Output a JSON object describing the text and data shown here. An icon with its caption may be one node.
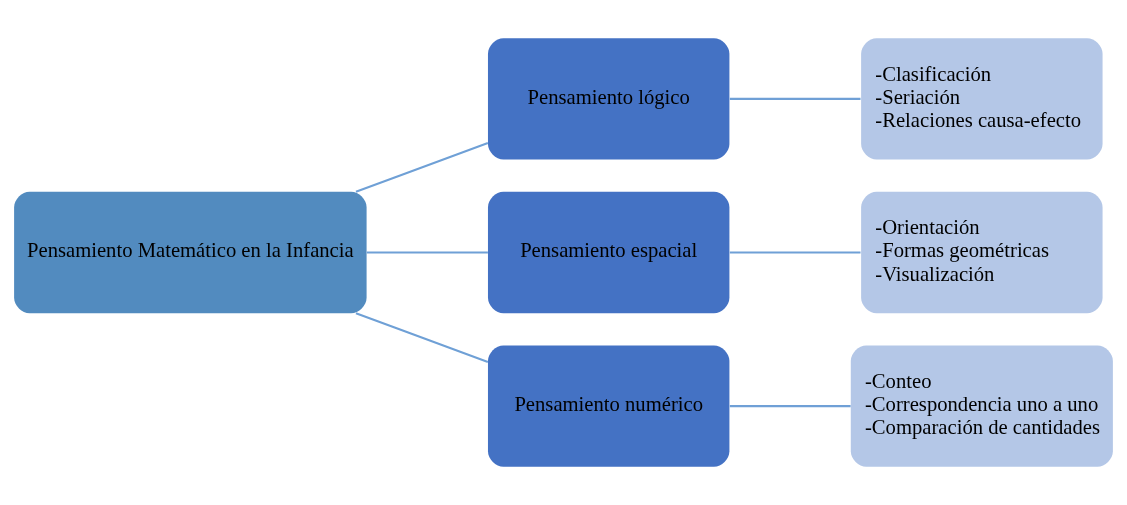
{
  "diagram": {
    "nodes": [
      {
        "text": [
          "Pensamiento Matemático en la Infancia"
        ]
      },
      {
        "text": [
          "Pensamiento lógico"
        ]
      },
      {
        "text": [
          "Pensamiento espacial"
        ]
      },
      {
        "text": [
          "Pensamiento numérico"
        ]
      },
      {
        "text": [
          "-Clasificación",
          "-Seriación",
          "-Relaciones causa-efecto"
        ]
      },
      {
        "text": [
          "-Orientación",
          "-Formas geométricas",
          "-Visualización"
        ]
      },
      {
        "text": [
          "-Conteo",
          "-Correspondencia uno a uno",
          "-Comparación de cantidades"
        ]
      }
    ],
    "edges": [
      {
        "from": 0,
        "to": 1,
        "arrow": "none"
      },
      {
        "from": 0,
        "to": 2,
        "arrow": "none"
      },
      {
        "from": 0,
        "to": 3,
        "arrow": "none"
      },
      {
        "from": 1,
        "to": 4,
        "arrow": "none"
      },
      {
        "from": 2,
        "to": 5,
        "arrow": "none"
      },
      {
        "from": 3,
        "to": 6,
        "arrow": "none"
      }
    ]
  }
}
